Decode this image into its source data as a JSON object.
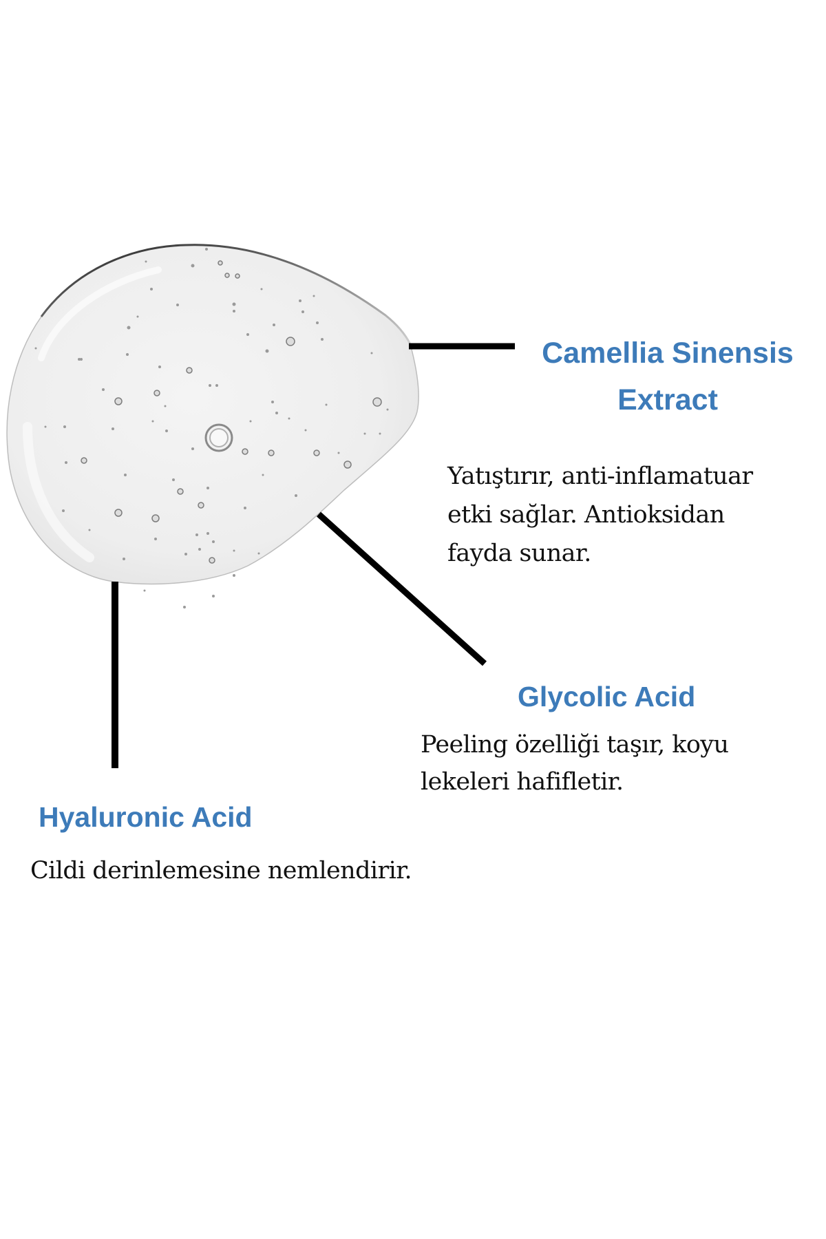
{
  "colors": {
    "heading": "#3d7bb9",
    "body_text": "#111111",
    "connector_line": "#000000",
    "background": "#ffffff"
  },
  "illustration": {
    "subject": "clear-gel-droplet-with-bubbles"
  },
  "ingredients": [
    {
      "name_lines": [
        "Camellia Sinensis",
        "Extract"
      ],
      "description_lines": [
        "Yatıştırır, anti-inflamatuar",
        "etki sağlar. Antioksidan",
        "fayda sunar."
      ]
    },
    {
      "name_lines": [
        "Glycolic Acid"
      ],
      "description_lines": [
        "Peeling özelliği taşır, koyu",
        "lekeleri hafifletir."
      ]
    },
    {
      "name_lines": [
        "Hyaluronic Acid"
      ],
      "description_lines": [
        "Cildi derinlemesine nemlendirir."
      ]
    }
  ]
}
